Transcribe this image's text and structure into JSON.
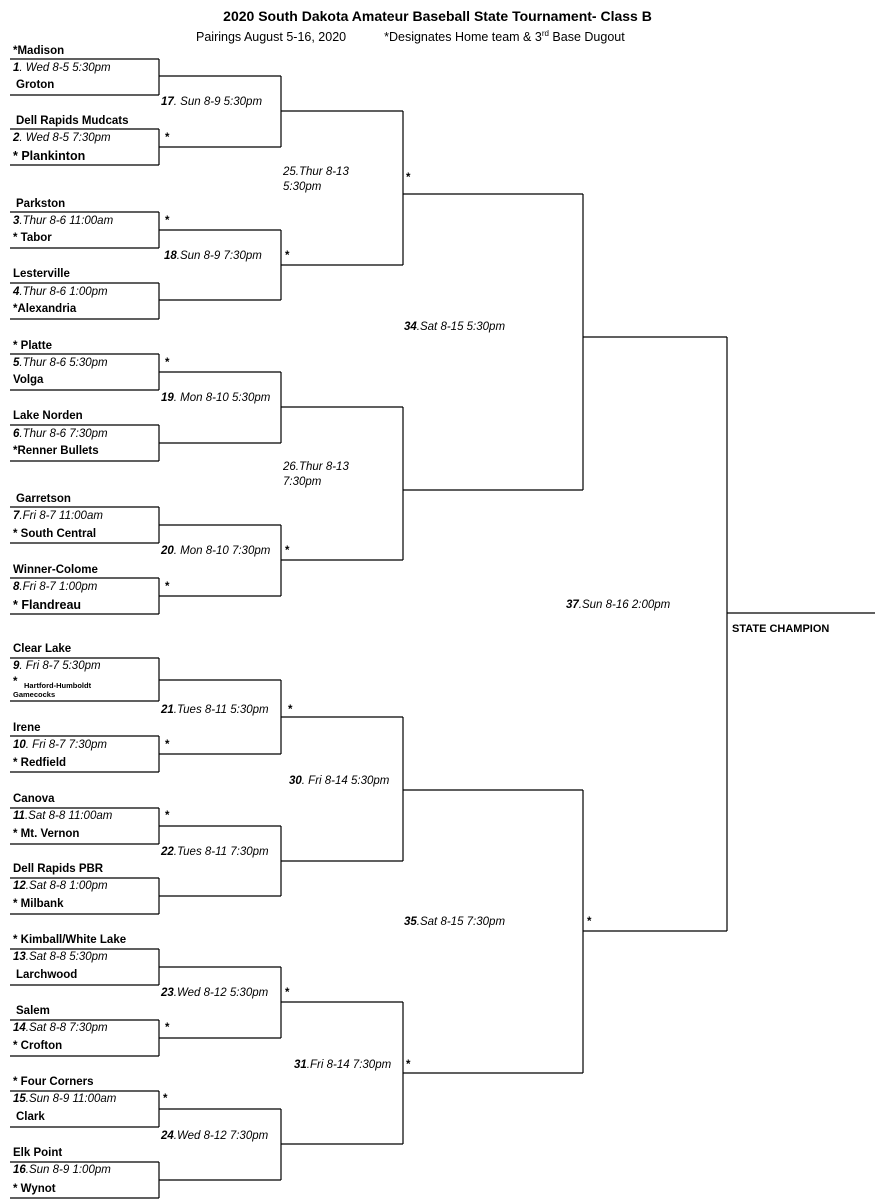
{
  "header": {
    "title": "2020 South Dakota Amateur Baseball State Tournament- Class B",
    "pairings": "Pairings August 5-16, 2020",
    "note_a": "*Designates Home team &  3",
    "note_sup": "rd",
    "note_b": " Base Dugout"
  },
  "first_round": [
    {
      "n": "1",
      "s": ". Wed 8-5  5:30pm",
      "top": "*Madison",
      "bottom": "Groton"
    },
    {
      "n": "2",
      "s": ". Wed 8-5  7:30pm",
      "top": "Dell Rapids Mudcats",
      "bottom": "* Plankinton"
    },
    {
      "n": "3",
      "s": ".Thur 8-6  11:00am",
      "top": "Parkston",
      "bottom": "* Tabor"
    },
    {
      "n": "4",
      "s": ".Thur 8-6  1:00pm",
      "top": "Lesterville",
      "bottom": "*Alexandria"
    },
    {
      "n": "5",
      "s": ".Thur 8-6   5:30pm",
      "top": "* Platte",
      "bottom": "Volga"
    },
    {
      "n": "6",
      "s": ".Thur 8-6   7:30pm",
      "top": "Lake Norden",
      "bottom": "*Renner Bullets"
    },
    {
      "n": "7",
      "s": ".Fri 8-7   11:00am",
      "top": "Garretson",
      "bottom": "* South Central"
    },
    {
      "n": "8",
      "s": ".Fri 8-7   1:00pm",
      "top": "Winner-Colome",
      "bottom": "* Flandreau"
    },
    {
      "n": "9",
      "s": ". Fri 8-7   5:30pm",
      "top": "Clear Lake",
      "bottom_star": "*",
      "bottom_l1": "Hartford-Humboldt",
      "bottom_l2": "Gamecocks"
    },
    {
      "n": "10",
      "s": ". Fri 8-7   7:30pm",
      "top": "Irene",
      "bottom": "* Redfield"
    },
    {
      "n": "11",
      "s": ".Sat 8-8  11:00am",
      "top": "Canova",
      "bottom": "* Mt. Vernon"
    },
    {
      "n": "12",
      "s": ".Sat 8-8   1:00pm",
      "top": "Dell Rapids PBR",
      "bottom": "* Milbank"
    },
    {
      "n": "13",
      "s": ".Sat 8-8   5:30pm",
      "top": "* Kimball/White Lake",
      "bottom": "Larchwood"
    },
    {
      "n": "14",
      "s": ".Sat 8-8   7:30pm",
      "top": "Salem",
      "bottom": "* Crofton"
    },
    {
      "n": "15",
      "s": ".Sun 8-9  11:00am",
      "top": "* Four Corners",
      "bottom": "Clark"
    },
    {
      "n": "16",
      "s": ".Sun 8-9   1:00pm",
      "top": "Elk Point",
      "bottom": "* Wynot"
    }
  ],
  "second_round": [
    {
      "n": "17",
      "s": ". Sun 8-9 5:30pm"
    },
    {
      "n": "18",
      "s": ".Sun 8-9  7:30pm"
    },
    {
      "n": "19",
      "s": ". Mon 8-10  5:30pm"
    },
    {
      "n": "20",
      "s": ". Mon 8-10  7:30pm"
    },
    {
      "n": "21",
      "s": ".Tues 8-11  5:30pm"
    },
    {
      "n": "22",
      "s": ".Tues 8-11  7:30pm"
    },
    {
      "n": "23",
      "s": ".Wed 8-12  5:30pm"
    },
    {
      "n": "24",
      "s": ".Wed 8-12  7:30pm"
    }
  ],
  "third_round": [
    {
      "l1": "25.Thur 8-13",
      "l2": "5:30pm"
    },
    {
      "l1": "26.Thur 8-13",
      "l2": "7:30pm"
    },
    {
      "n": "30",
      "s": ". Fri 8-14  5:30pm"
    },
    {
      "n": "31",
      "s": ".Fri 8-14  7:30pm"
    }
  ],
  "semifinals": [
    {
      "n": "34",
      "s": ".Sat 8-15  5:30pm"
    },
    {
      "n": "35",
      "s": ".Sat 8-15  7:30pm"
    }
  ],
  "final": {
    "n": "37",
    "s": ".Sun 8-16  2:00pm"
  },
  "champion_label": "STATE CHAMPION",
  "home_marker": "*"
}
